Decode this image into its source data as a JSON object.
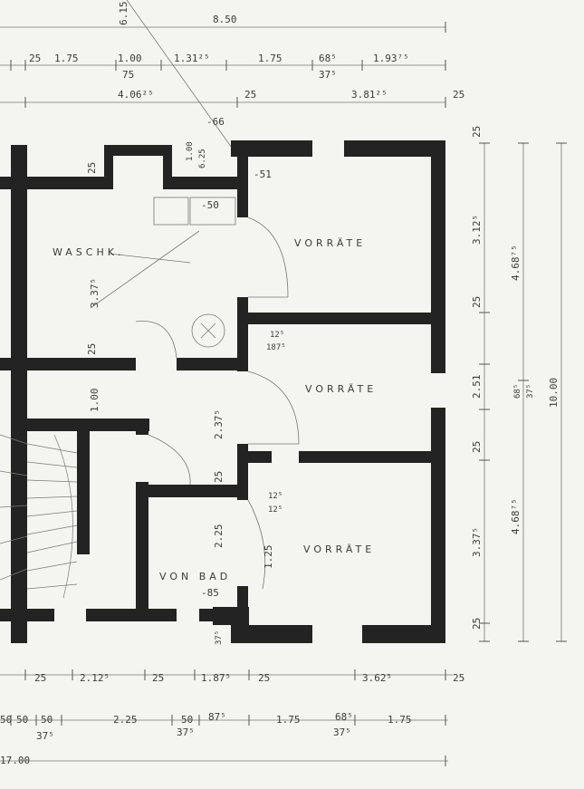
{
  "rooms": {
    "waschk": "WASCHK.",
    "vorrate_1": "VORRÄTE",
    "vorrate_2": "VORRÄTE",
    "vorrate_3": "VORRÄTE",
    "von_bad": "VON BAD"
  },
  "dims": {
    "top_total": "8.50",
    "top_leader": "6.15",
    "top_row": [
      "25",
      "1.75",
      "1.00",
      "1.31²⁵",
      "1.75",
      "68⁵",
      "1.93⁷⁵"
    ],
    "top_row_sub": [
      "75",
      "37⁵"
    ],
    "row3_a": "4.06²⁵",
    "row3_b": "25",
    "row3_c": "3.81²⁵",
    "row3_d": "25",
    "level_66": "-66",
    "level_51": "-51",
    "level_50": "-50",
    "mini_100": "1.00",
    "mini_625": "6.25",
    "waschk_width": "3.37⁵",
    "left_25a": "25",
    "left_25b": "25",
    "left_100": "1.00",
    "mid_237": "2.37⁵",
    "mid_25": "25",
    "mid_225": "2.25",
    "bad_level": "-85",
    "mid_125": "1.25",
    "door_125a": "12⁵",
    "door_187": "187⁵",
    "door_125b": "12⁵",
    "door_125c": "12⁵",
    "right1": [
      "25",
      "3.12⁵",
      "25",
      "2.51",
      "25",
      "3.37⁵",
      "25"
    ],
    "right1_sub_a": "68⁵",
    "right1_sub_b": "37⁵",
    "right2": [
      "4.68⁷⁵",
      "4.68⁷⁵"
    ],
    "right3": "10.00",
    "bottom_375": "37⁵",
    "bottom_row1": [
      "25",
      "2.12⁵",
      "25",
      "1.87⁵",
      "25",
      "3.62⁵",
      "25"
    ],
    "bottom_row2": [
      "50",
      "50",
      "50",
      "2.25",
      "50",
      "87⁵",
      "1.75",
      "68⁵",
      "1.75"
    ],
    "bottom_row2_sub": [
      "37⁵",
      "37⁵",
      "37⁵"
    ],
    "bottom_total": "17.00"
  }
}
